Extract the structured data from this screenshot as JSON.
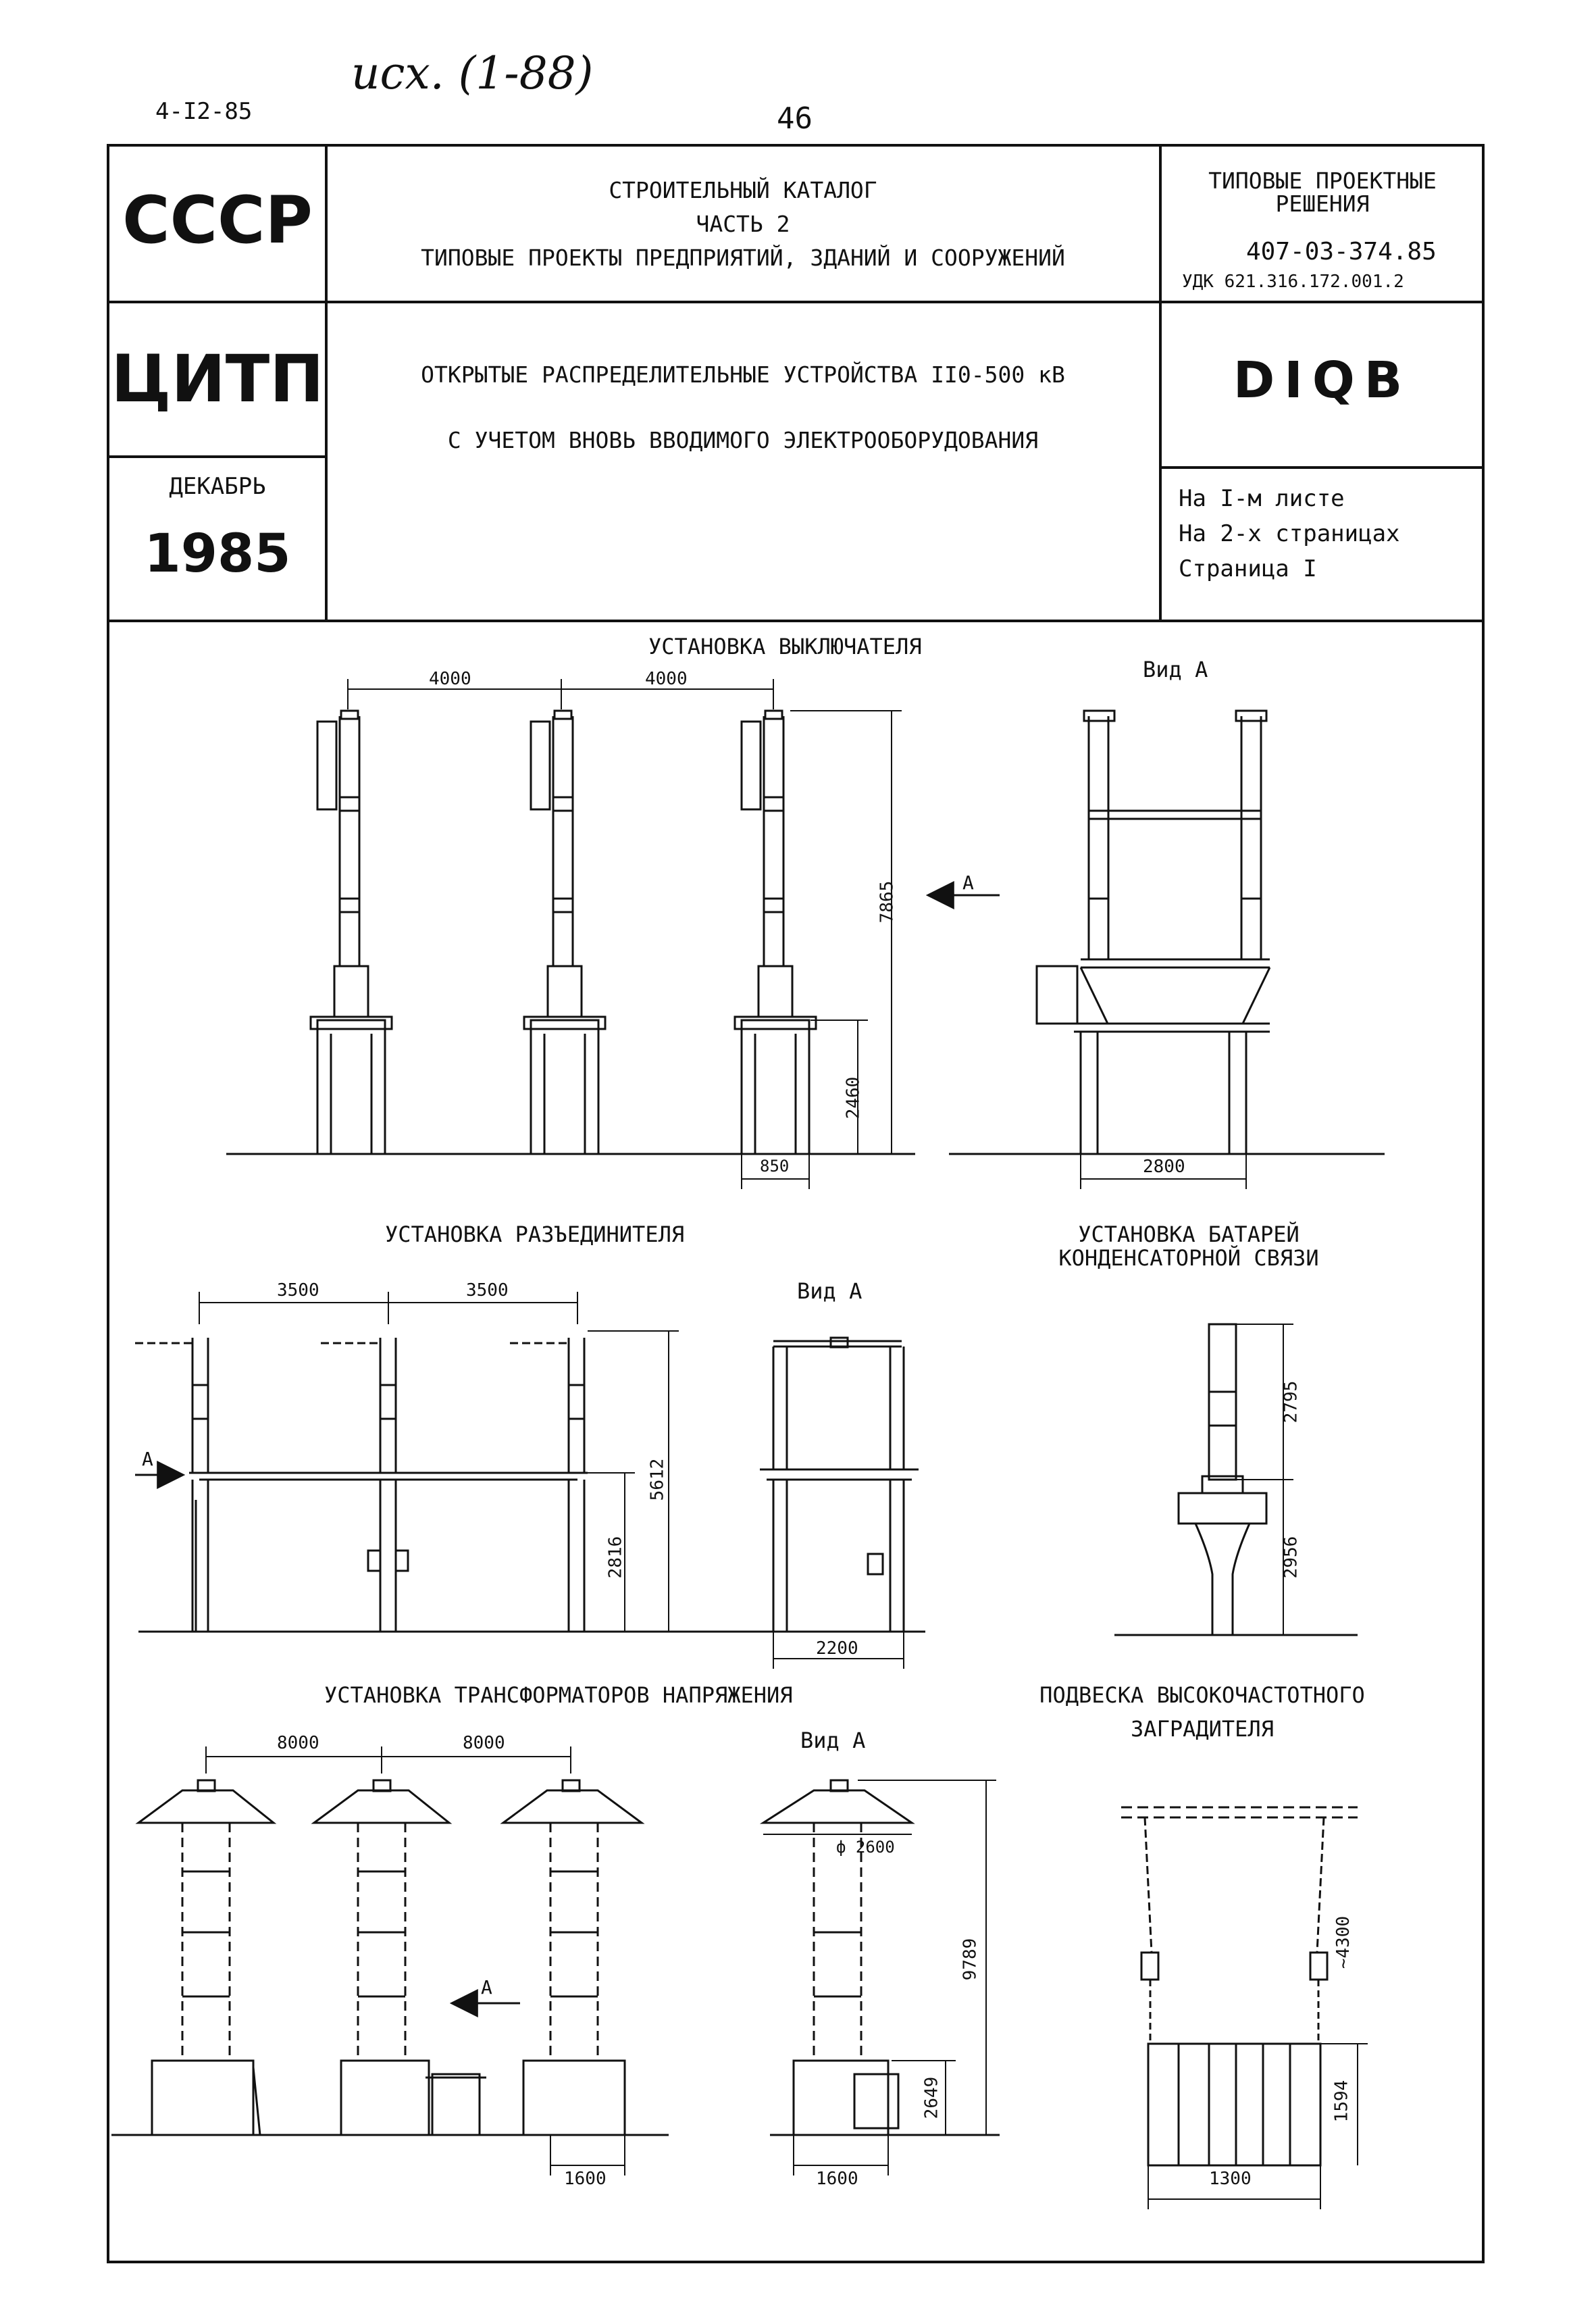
{
  "top": {
    "doc_code": "4-I2-85",
    "handwritten_note": "исх. (1-88)",
    "page_number": "46"
  },
  "header": {
    "ussr": "СССР",
    "citp": "ЦИТП",
    "month": "ДЕКАБРЬ",
    "year": "1985",
    "catalog_line1": "СТРОИТЕЛЬНЫЙ КАТАЛОГ",
    "catalog_line2": "ЧАСТЬ 2",
    "catalog_line3": "ТИПОВЫЕ ПРОЕКТЫ ПРЕДПРИЯТИЙ, ЗДАНИЙ И СООРУЖЕНИЙ",
    "title_line1": "ОТКРЫТЫЕ РАСПРЕДЕЛИТЕЛЬНЫЕ УСТРОЙСТВА  II0-500 кВ",
    "title_line2": "С УЧЕТОМ ВНОВЬ ВВОДИМОГО ЭЛЕКТРООБОРУДОВАНИЯ",
    "typical_line1": "ТИПОВЫЕ ПРОЕКТНЫЕ",
    "typical_line2": "РЕШЕНИЯ",
    "project_number": "407-03-374.85",
    "udk": "УДК 621.316.172.001.2",
    "code": "DIQB",
    "sheet_info1": "На I-м листе",
    "sheet_info2": "На 2-х страницах",
    "sheet_info3": "Страница I"
  },
  "drawings": {
    "breaker": {
      "title": "УСТАНОВКА ВЫКЛЮЧАТЕЛЯ",
      "view_label": "Вид А",
      "dim_span1": "4000",
      "dim_span2": "4000",
      "dim_height": "7865",
      "dim_base": "2460",
      "dim_width": "850",
      "dim_view_width": "2800",
      "arrow_label": "А"
    },
    "disconnector": {
      "title": "УСТАНОВКА РАЗЪЕДИНИТЕЛЯ",
      "view_label": "Вид А",
      "dim_span1": "3500",
      "dim_span2": "3500",
      "dim_height": "5612",
      "dim_base": "2816",
      "dim_view_width": "2200",
      "arrow_label": "А"
    },
    "capacitor": {
      "title_line1": "УСТАНОВКА БАТАРЕЙ",
      "title_line2": "КОНДЕНСАТОРНОЙ СВЯЗИ",
      "dim_top": "2795",
      "dim_base": "2956"
    },
    "transformer": {
      "title": "УСТАНОВКА ТРАНСФОРМАТОРОВ НАПРЯЖЕНИЯ",
      "view_label": "Вид А",
      "dim_span1": "8000",
      "dim_span2": "8000",
      "dim_height": "9789",
      "dim_base": "2649",
      "dim_width": "1600",
      "dim_view_width": "1600",
      "dim_diameter": "ф 2600",
      "arrow_label": "А"
    },
    "trap": {
      "title_line1": "ПОДВЕСКА ВЫСОКОЧАСТОТНОГО",
      "title_line2": "ЗАГРАДИТЕЛЯ",
      "dim_top": "~4300",
      "dim_base": "1594",
      "dim_width": "1300"
    }
  }
}
